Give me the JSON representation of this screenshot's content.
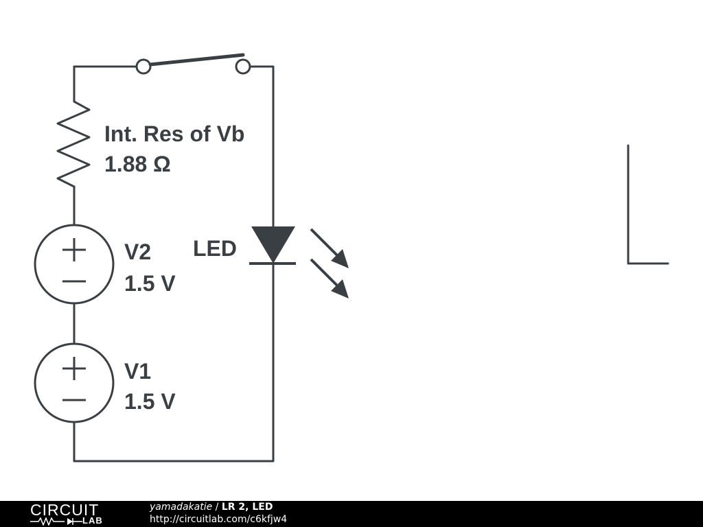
{
  "circuit": {
    "resistor_name": "Int. Res of Vb",
    "resistor_value": "1.88 Ω",
    "led_label": "LED",
    "v2_name": "V2",
    "v2_value": "1.5 V",
    "v1_name": "V1",
    "v1_value": "1.5 V",
    "plus_sign": "+",
    "minus_sign": "−"
  },
  "footer": {
    "logo_word": "CIRCUIT",
    "logo_lab": "LAB",
    "author": "yamadakatie",
    "separator": " / ",
    "title": "LR 2, LED",
    "url": "http://circuitlab.com/c6kfjw4"
  },
  "colors": {
    "wire": "#3a3f44",
    "footer_bg": "#000000",
    "footer_text": "#ffffff"
  }
}
